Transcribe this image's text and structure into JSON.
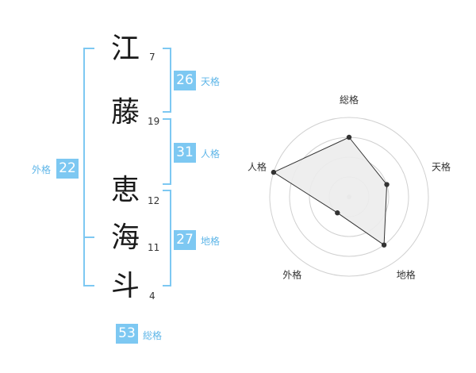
{
  "name": {
    "chars": [
      {
        "char": "江",
        "strokes": "7"
      },
      {
        "char": "藤",
        "strokes": "19"
      },
      {
        "char": "恵",
        "strokes": "12"
      },
      {
        "char": "海",
        "strokes": "11"
      },
      {
        "char": "斗",
        "strokes": "4"
      }
    ]
  },
  "kakusu": {
    "tenkaku": {
      "value": "26",
      "label": "天格"
    },
    "jinkaku": {
      "value": "31",
      "label": "人格"
    },
    "chikaku": {
      "value": "27",
      "label": "地格"
    },
    "gaikaku": {
      "value": "22",
      "label": "外格"
    },
    "soukaku": {
      "value": "53",
      "label": "総格"
    }
  },
  "colors": {
    "accent": "#7dc8f2",
    "label": "#5fb6e8",
    "text": "#1a1a1a",
    "radar_fill": "#ececec",
    "radar_ring": "#d0d0d0"
  },
  "chart_data": {
    "type": "radar",
    "axes": [
      "総格",
      "天格",
      "地格",
      "外格",
      "人格"
    ],
    "values": [
      3,
      2,
      3,
      1,
      4
    ],
    "max": 4,
    "rings": 4
  }
}
